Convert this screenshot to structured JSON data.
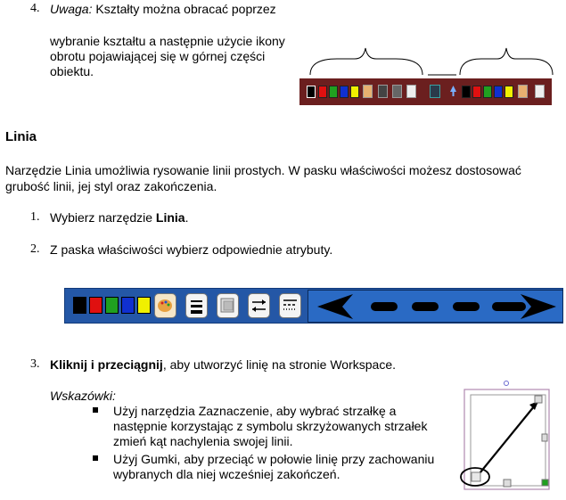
{
  "item4": {
    "number": "4.",
    "label": "Uwaga:",
    "text_line1": "Kształty można obracać poprzez",
    "text_rest": [
      "wybranie kształtu a następnie użycie ikony",
      "obrotu pojawiającej się w górnej części",
      "obiektu."
    ]
  },
  "section": {
    "title": "Linia",
    "intro": [
      "Narzędzie Linia umożliwia rysowanie linii prostych. W pasku właściwości możesz dostosować",
      "grubość linii, jej styl oraz zakończenia."
    ]
  },
  "steps": [
    {
      "number": "1.",
      "before": "Wybierz narzędzie ",
      "bold": "Linia",
      "after": "."
    },
    {
      "number": "2.",
      "before": "Z paska właściwości wybierz odpowiednie atrybuty.",
      "bold": "",
      "after": ""
    },
    {
      "number": "3.",
      "before": "",
      "bold": "Kliknij i przeciągnij",
      "after": ", aby utworzyć linię na stronie Workspace."
    }
  ],
  "tips": {
    "label": "Wskazówki:",
    "items": [
      [
        "Użyj narzędzia Zaznaczenie, aby wybrać strzałkę a",
        "następnie korzystając z symbolu skrzyżowanych strzałek",
        "zmień kąt nachylenia swojej linii."
      ],
      [
        "Użyj Gumki, aby przeciąć w połowie linię przy zachowaniu",
        "wybranych dla niej wcześniej zakończeń."
      ]
    ]
  },
  "colors": {
    "toolbar_small_bg": "#6b1f1f",
    "toolbar_big_bg": "#2457a6",
    "swatches": [
      "#000000",
      "#e01010",
      "#20a020",
      "#1030d0",
      "#f0f000"
    ]
  }
}
